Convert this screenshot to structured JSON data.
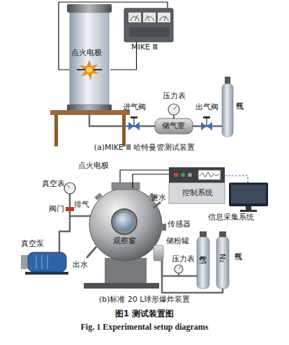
{
  "diagram": {
    "caption": "图1 测试装置图",
    "nodes": [
      {
        "text": [
          "点火电极"
        ]
      },
      {
        "text": [
          "MIKE Ⅲ"
        ]
      },
      {
        "text": [
          "储气室"
        ]
      },
      {
        "text": [
          "气瓶"
        ]
      },
      {
        "text": [
          "观察窗"
        ]
      },
      {
        "text": [
          "控制系统"
        ]
      },
      {
        "text": [
          "信息采集系统"
        ]
      },
      {
        "text": [
          "空气"
        ]
      },
      {
        "text": [
          "N₂"
        ]
      }
    ],
    "edges": [
      {
        "from": 1,
        "to": 0,
        "arrow": "none"
      },
      {
        "from": 2,
        "to": 0,
        "arrow": "none"
      },
      {
        "from": 3,
        "to": 2,
        "arrow": "none"
      },
      {
        "from": 5,
        "to": 4,
        "arrow": "none"
      },
      {
        "from": 5,
        "to": 6,
        "arrow": "none"
      },
      {
        "from": 7,
        "to": 4,
        "arrow": "none"
      },
      {
        "from": 8,
        "to": 4,
        "arrow": "none"
      }
    ],
    "labels": [
      "进气阀",
      "压力表",
      "出气阀",
      "(a)MIKE Ⅲ 哈特曼管测试装置",
      "点火电极",
      "真空表",
      "阀门",
      "排气",
      "真空泵",
      "出水",
      "进水",
      "传感器",
      "储粉罐",
      "压力表",
      "气瓶",
      "(b)标准 20 L球形爆炸装置",
      "Fig. 1 Experimental setup diagrams"
    ]
  }
}
